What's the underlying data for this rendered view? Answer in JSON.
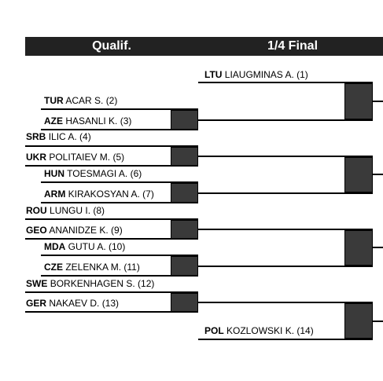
{
  "header": {
    "qualif_label": "Qualif.",
    "quarter_label": "1/4 Final"
  },
  "qualif": [
    {
      "nat": "TUR",
      "name": "ACAR S. (2)"
    },
    {
      "nat": "AZE",
      "name": "HASANLI K. (3)"
    },
    {
      "nat": "SRB",
      "name": "ILIC A. (4)"
    },
    {
      "nat": "UKR",
      "name": "POLITAIEV M. (5)"
    },
    {
      "nat": "HUN",
      "name": "TOESMAGI A. (6)"
    },
    {
      "nat": "ARM",
      "name": "KIRAKOSYAN A. (7)"
    },
    {
      "nat": "ROU",
      "name": "LUNGU I. (8)"
    },
    {
      "nat": "GEO",
      "name": "ANANIDZE K. (9)"
    },
    {
      "nat": "MDA",
      "name": "GUTU A. (10)"
    },
    {
      "nat": "CZE",
      "name": "ZELENKA M. (11)"
    },
    {
      "nat": "SWE",
      "name": "BORKENHAGEN S. (12)"
    },
    {
      "nat": "GER",
      "name": "NAKAEV D. (13)"
    }
  ],
  "quarter": [
    {
      "nat": "LTU",
      "name": "LIAUGMINAS A. (1)"
    },
    {
      "nat": "POL",
      "name": "KOZLOWSKI K. (14)"
    }
  ]
}
